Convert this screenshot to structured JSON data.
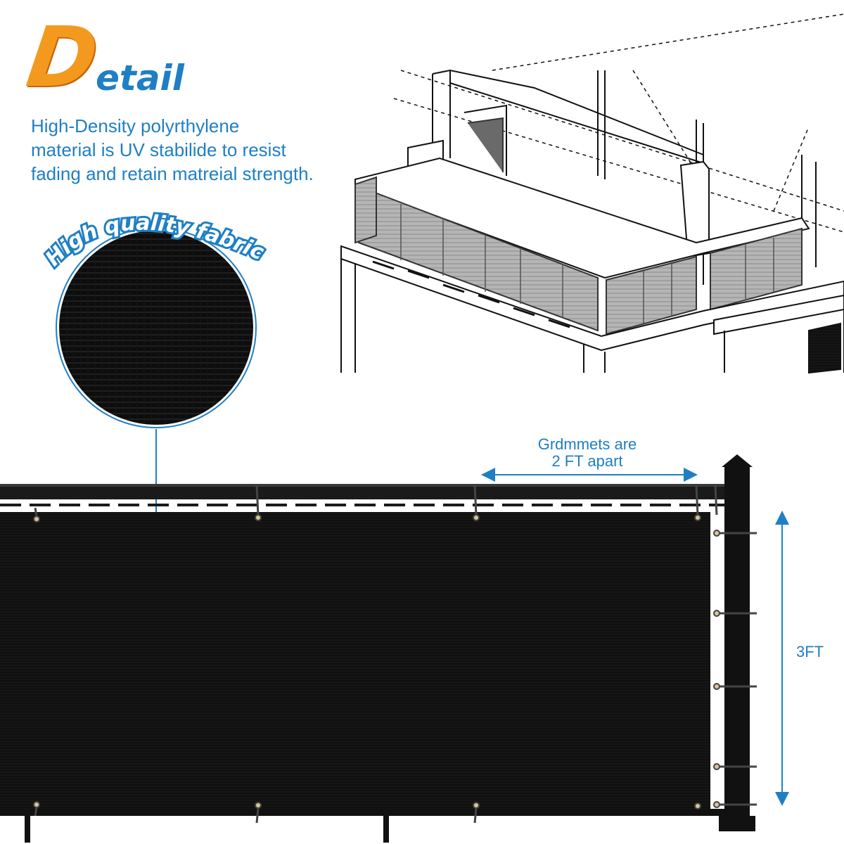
{
  "heading": {
    "initial": "D",
    "rest": "etail"
  },
  "description": [
    "High-Density polyrthylene",
    "material is UV stabilide to resist",
    "fading and retain matreial strength."
  ],
  "badge": {
    "label": "High quality fabric"
  },
  "annotations": {
    "grommet_spacing": [
      "Grdmmets are",
      "2 FT apart"
    ],
    "height": "3FT"
  },
  "colors": {
    "accent_blue": "#1f7fc4",
    "accent_orange": "#f39a1e",
    "fabric": "#0d0d0d"
  }
}
